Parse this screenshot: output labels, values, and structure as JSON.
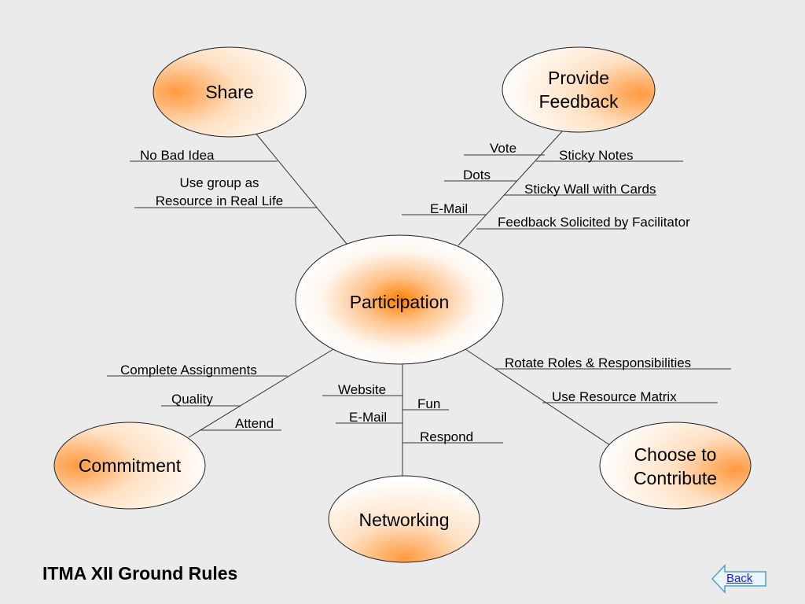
{
  "diagram": {
    "center": "Participation",
    "share": {
      "title": "Share",
      "items": [
        "No Bad Idea",
        "Use group as",
        "Resource in Real Life"
      ]
    },
    "feedback": {
      "title_line1": "Provide",
      "title_line2": "Feedback",
      "items": [
        "Vote",
        "Sticky Notes",
        "Dots",
        "Sticky Wall with Cards",
        "E-Mail",
        "Feedback Solicited by Facilitator"
      ]
    },
    "commitment": {
      "title": "Commitment",
      "items": [
        "Complete Assignments",
        "Quality",
        "Attend"
      ]
    },
    "networking": {
      "title": "Networking",
      "items": [
        "Website",
        "Fun",
        "E-Mail",
        "Respond"
      ]
    },
    "contribute": {
      "title_line1": "Choose to",
      "title_line2": "Contribute",
      "items": [
        "Rotate Roles & Responsibilities",
        "Use Resource Matrix"
      ]
    }
  },
  "footer": {
    "title": "ITMA XII Ground Rules",
    "back_label": "Back"
  },
  "colors": {
    "background": "#ebebeb",
    "node_glow": "#ff8c1a",
    "center_glow": "#ff8000",
    "line": "#333333",
    "link": "#1a1aff"
  }
}
